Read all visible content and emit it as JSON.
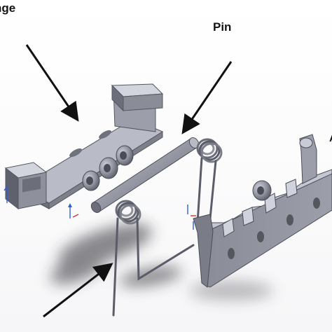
{
  "labels": {
    "flange": "nge",
    "pin": "Pin",
    "right_fragment": "A"
  },
  "colors": {
    "part_fill": "#8e909c",
    "part_top": "#c4c6d2",
    "part_side": "#6c6e7a",
    "part_dark": "#4a4c58",
    "shadow": "#2a2a32",
    "arrow": "#111111",
    "triad_blue": "#2f5fd8",
    "triad_red": "#d8352f"
  },
  "components": [
    "flange-bracket",
    "pin",
    "torsion-spring-left",
    "torsion-spring-right",
    "notched-plate"
  ]
}
